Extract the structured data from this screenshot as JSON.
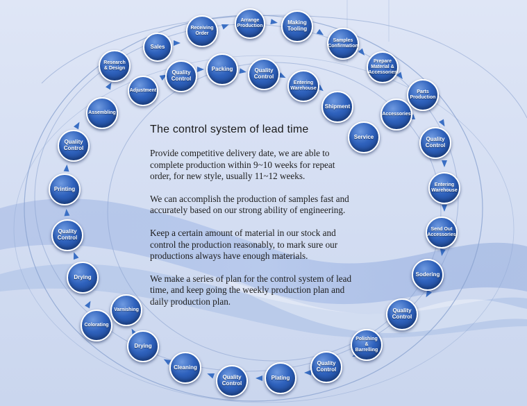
{
  "title": "The control system of lead time",
  "paragraphs": [
    "Provide competitive delivery date, we are able to complete production within 9~10 weeks for repeat order, for new style, usually 11~12 weeks.",
    "We can accomplish the production of samples fast and accurately based on our strong ability of engineering.",
    "Keep a certain amount of material in our stock and control the production reasonably, to mark sure our productions always have enough materials.",
    "We make a series of plan for the control system of lead time, and keep going the weekly production plan and daily production plan."
  ],
  "nodes": {
    "sales": "Sales",
    "receiving_order": "Receiving\nOrder",
    "arrange_production": "Arrange\nProduction",
    "making_tooling": "Making\nTooling",
    "samples_confirmation": "Samples\nConfirmation",
    "prepare_material": "Prepare\nMaterial &\nAccessories",
    "parts_production": "Parts\nProduction",
    "accessories": "Accessories",
    "quality_control_1": "Quality\nControl",
    "entering_warehouse_1": "Entering\nWarehouse",
    "send_out_accessories": "Send Out\nAccessories",
    "sodering": "Sodering",
    "quality_control_2": "Quality\nControl",
    "polishing_barrelling": "Polishing\n& Barrelling",
    "quality_control_3": "Quality\nControl",
    "plating": "Plating",
    "quality_control_4": "Quality\nControl",
    "cleaning": "Cleaning",
    "drying_1": "Drying",
    "varnishing": "Varnishing",
    "colorating": "Colorating",
    "drying_2": "Drying",
    "quality_control_5": "Quality\nControl",
    "printing": "Printing",
    "quality_control_6": "Quality\nControl",
    "assembling": "Assembling",
    "research_design": "Research\n& Design",
    "adjustment": "Adjustment",
    "quality_control_7": "Quality\nControl",
    "packing": "Packing",
    "quality_control_8": "Quality\nControl",
    "entering_warehouse_2": "Entering\nWarehouse",
    "shipment": "Shipment",
    "service": "Service"
  },
  "colors": {
    "node_fill": "#2f62bd",
    "node_border": "#ffffff",
    "arrow": "#3a6fc4",
    "background": "#d6dff2"
  }
}
